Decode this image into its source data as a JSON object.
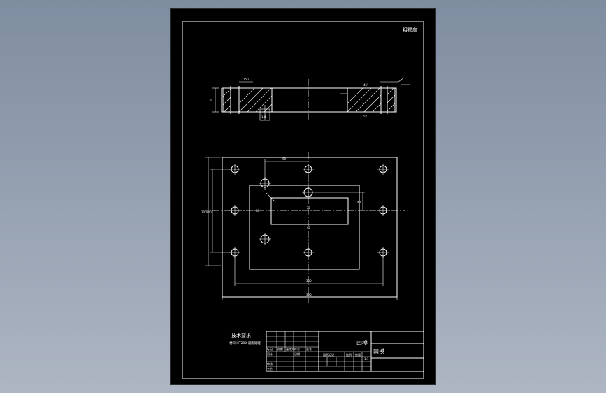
{
  "drawing": {
    "roughness_note": "粗糙度",
    "section_labels": {
      "thickness": "30",
      "chamfer_note": "45°",
      "bottom_dim": "52",
      "top_dim": "150",
      "hole_callout": "1.8"
    },
    "plan_dims": {
      "slot_width": "90",
      "slot_height": "40",
      "inner_height": "240",
      "outer_height": "300",
      "hole_span": "350",
      "overall_width": "390",
      "slot_label": "R5",
      "offset": "40",
      "slot_depth": "20"
    }
  },
  "tech_req": {
    "title": "技术要求",
    "text": "材料 HT200  调质处理"
  },
  "title_block": {
    "part_name": "凹模",
    "drawing_title": "凹模",
    "material_label": "图纸标记",
    "scale_label": "比例",
    "qty_label": "数量",
    "scale_value": "1:1",
    "cells": [
      "标记",
      "处数",
      "更改文件号",
      "签名",
      "设计",
      "审核",
      "工艺",
      "日期"
    ]
  }
}
